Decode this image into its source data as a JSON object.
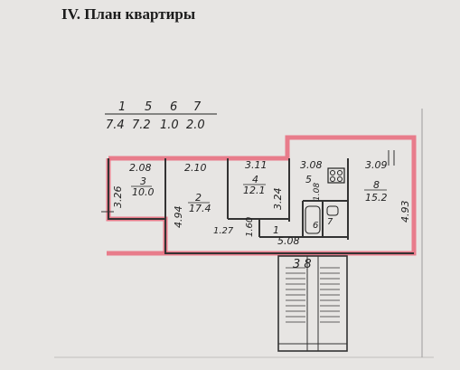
{
  "title": "IV. План квартиры",
  "legend": {
    "rooms": [
      "1",
      "5",
      "6",
      "7"
    ],
    "areas": [
      "7.4",
      "7.2",
      "1.0",
      "2.0"
    ]
  },
  "dimensions": {
    "d_2_08_left": "2.08",
    "d_2_10": "2.10",
    "d_3_11": "3.11",
    "d_3_08": "3.08",
    "d_3_09": "3.09",
    "d_3_26": "3.26",
    "d_4_94": "4.94",
    "d_3_24": "3.24",
    "d_4_93": "4.93",
    "d_1_27": "1.27",
    "d_1_60": "1.60",
    "d_5_08": "5.08",
    "d_1_08": "1.08"
  },
  "rooms": {
    "r3": {
      "num": "3",
      "area": "10.0"
    },
    "r2": {
      "num": "2",
      "area": "17.4"
    },
    "r4": {
      "num": "4",
      "area": "12.1"
    },
    "r5": {
      "num": "5"
    },
    "r8": {
      "num": "8",
      "area": "15.2"
    },
    "r1": {
      "num": "1"
    },
    "r6": {
      "num": "6"
    },
    "r7": {
      "num": "7"
    }
  },
  "stairs_label": "3 8"
}
